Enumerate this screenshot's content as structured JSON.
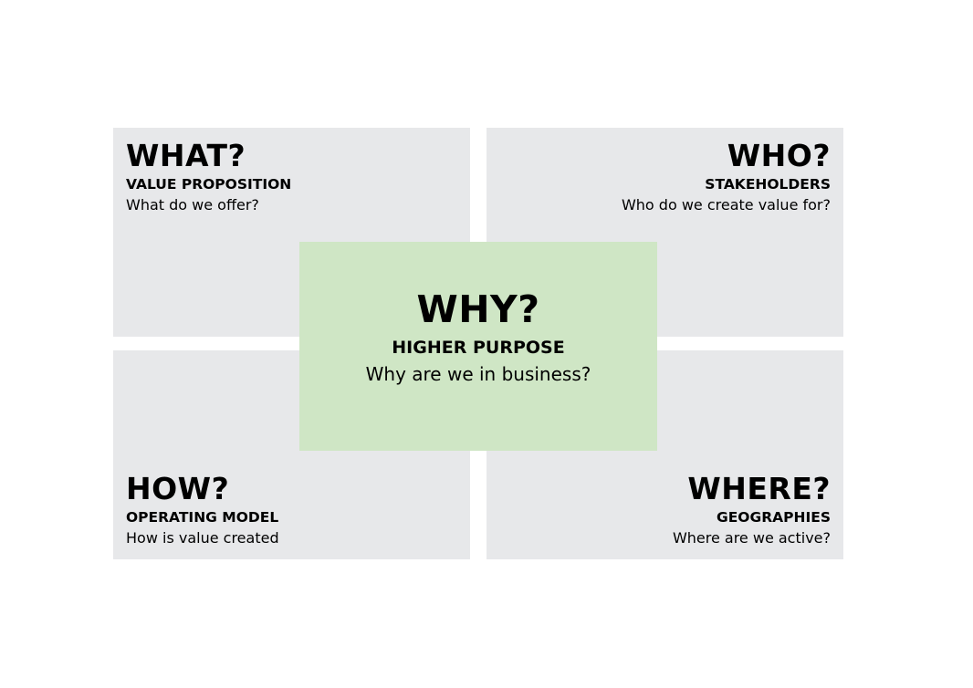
{
  "colors": {
    "quadrant": "#e7e8ea",
    "center": "#cfe6c5"
  },
  "quadrants": {
    "what": {
      "title": "WHAT?",
      "subtitle": "VALUE PROPOSITION",
      "description": "What do we offer?"
    },
    "who": {
      "title": "WHO?",
      "subtitle": "STAKEHOLDERS",
      "description": "Who do we create value for?"
    },
    "how": {
      "title": "HOW?",
      "subtitle": "OPERATING MODEL",
      "description": "How is value created"
    },
    "where": {
      "title": "WHERE?",
      "subtitle": "GEOGRAPHIES",
      "description": "Where are we active?"
    }
  },
  "center": {
    "title": "WHY?",
    "subtitle": "HIGHER PURPOSE",
    "description": "Why are we in business?"
  }
}
